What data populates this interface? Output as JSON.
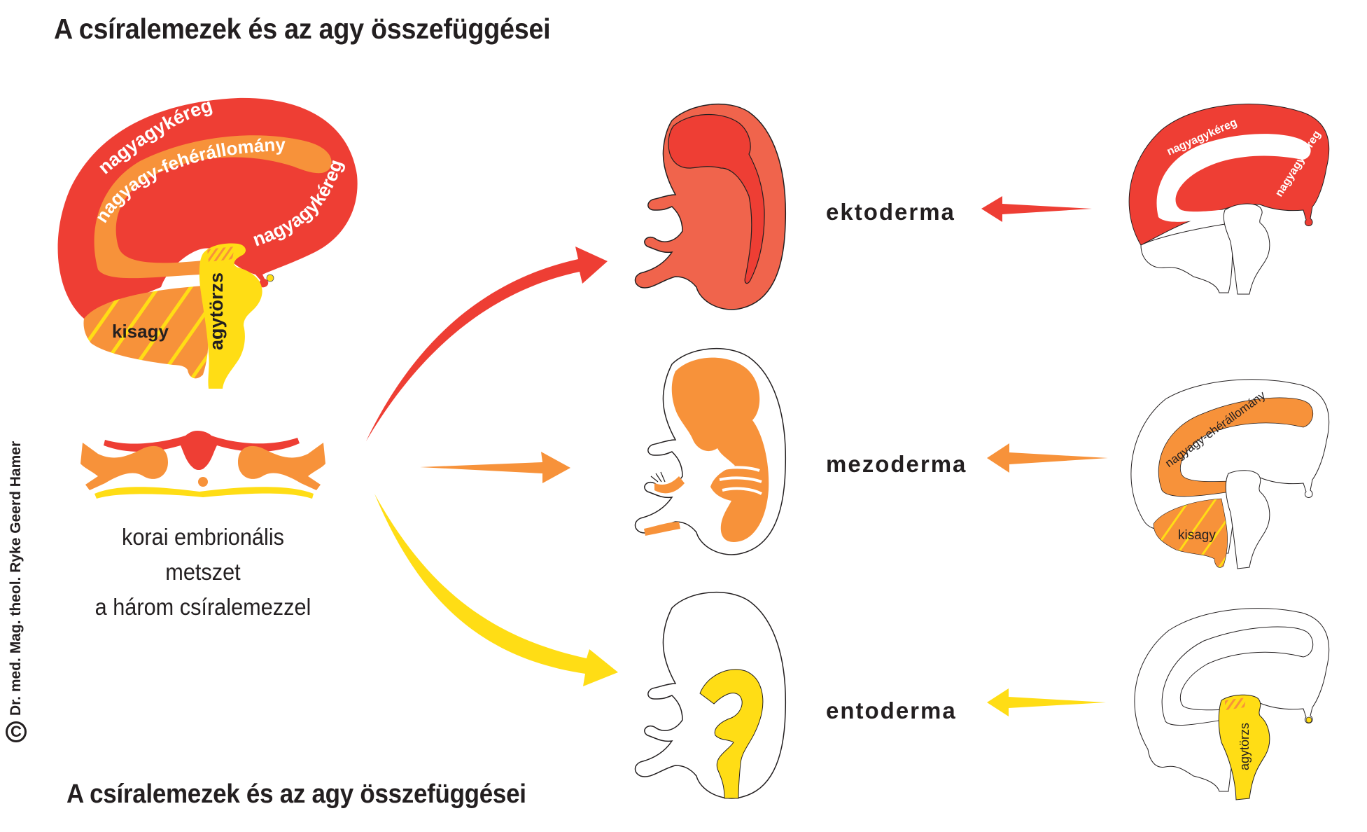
{
  "title": "A csíralemezek és az agy összefüggései",
  "footer_title": "A csíralemezek és az agy összefüggései",
  "copyright": {
    "symbol": "C",
    "text": "Dr. med. Mag. theol. Ryke Geerd Hamer"
  },
  "left_brain": {
    "labels": {
      "cortex_top": "nagyagykéreg",
      "white_matter": "nagyagy-fehérállomány",
      "cortex_right": "nagyagykéreg",
      "cerebellum": "kisagy",
      "brainstem": "agytörzs"
    }
  },
  "cross_section": {
    "caption_lines": [
      "korai embrionális",
      "metszet",
      "a három csíralemezzel"
    ]
  },
  "germ_layers": [
    {
      "name": "ektoderma",
      "color": "#ee3e34",
      "brain_labels": [
        "nagyagykéreg",
        "nagyagykéreg"
      ]
    },
    {
      "name": "mezoderma",
      "color": "#f7923a",
      "brain_labels": [
        "nagyagy-ehérállomány",
        "kisagy"
      ]
    },
    {
      "name": "entoderma",
      "color": "#ffdd15",
      "brain_labels": [
        "agytörzs"
      ]
    }
  ],
  "colors": {
    "ectoderm_red": "#ee3e34",
    "ectoderm_embryo": "#f0644c",
    "mesoderm_orange": "#f7923a",
    "endoderm_yellow": "#ffdd15",
    "text": "#231f20"
  }
}
